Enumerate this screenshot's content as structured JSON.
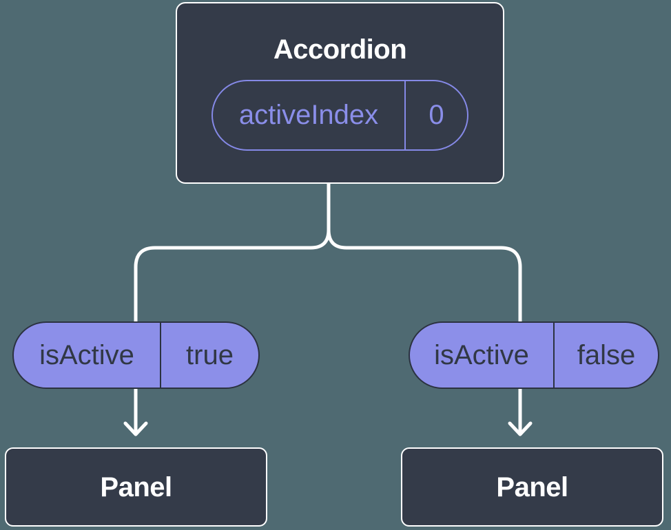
{
  "diagram": {
    "description": "React component tree showing state passed down as props",
    "colors": {
      "background": "#4F6A72",
      "node_fill": "#343B49",
      "node_border": "#FFFFFF",
      "accent_purple": "#8589E7",
      "pill_fill": "#8C8FE9",
      "pill_text_dark": "#313845",
      "connector": "#FFFFFF"
    },
    "root": {
      "title": "Accordion",
      "state_pill": {
        "label": "activeIndex",
        "value": "0"
      }
    },
    "branches": [
      {
        "prop_pill": {
          "label": "isActive",
          "value": "true"
        },
        "child": {
          "title": "Panel"
        }
      },
      {
        "prop_pill": {
          "label": "isActive",
          "value": "false"
        },
        "child": {
          "title": "Panel"
        }
      }
    ]
  }
}
